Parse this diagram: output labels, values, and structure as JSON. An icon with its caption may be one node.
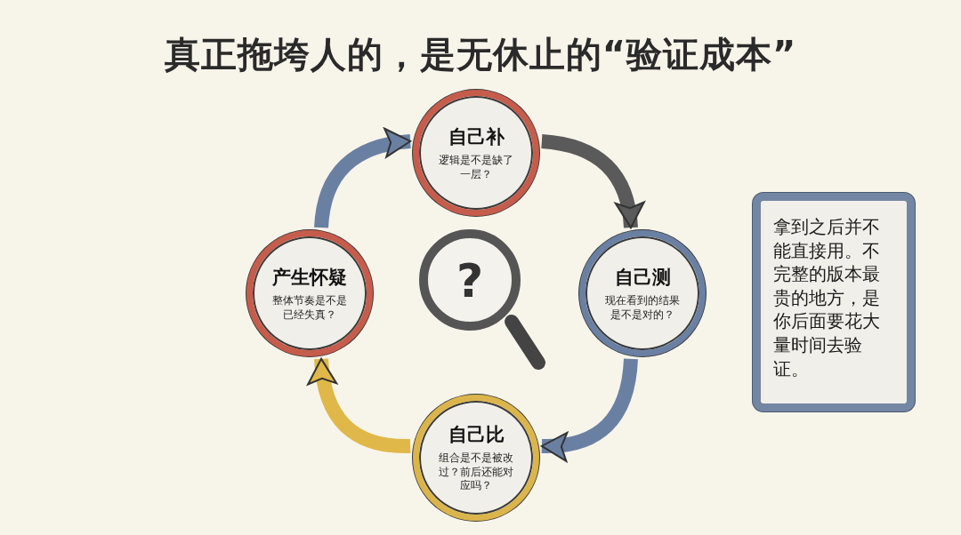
{
  "diagram": {
    "title": "真正拖垮人的，是无休止的“验证成本”",
    "nodes": [
      {
        "text": [
          "自己补",
          "逻辑是不是缺了一层？"
        ]
      },
      {
        "text": [
          "自己测",
          "现在看到的结果是不是对的？"
        ]
      },
      {
        "text": [
          "自己比",
          "组合是不是被改过？前后还能对应吗？"
        ]
      },
      {
        "text": [
          "产生怀疑",
          "整体节奏是不是已经失真？"
        ]
      },
      {
        "text": [
          "拿到之后并不能直接用。不完整的版本最贵的地方，是你后面要花大量时间去验证。"
        ]
      }
    ],
    "edges": [
      {
        "from": 0,
        "to": 1,
        "arrow": "to",
        "color": "#5a5a5a"
      },
      {
        "from": 1,
        "to": 2,
        "arrow": "to",
        "color": "#6a80a3"
      },
      {
        "from": 2,
        "to": 3,
        "arrow": "to",
        "color": "#e0b84a"
      },
      {
        "from": 3,
        "to": 0,
        "arrow": "to",
        "color": "#6a80a3"
      }
    ],
    "labels": [
      "?"
    ]
  }
}
